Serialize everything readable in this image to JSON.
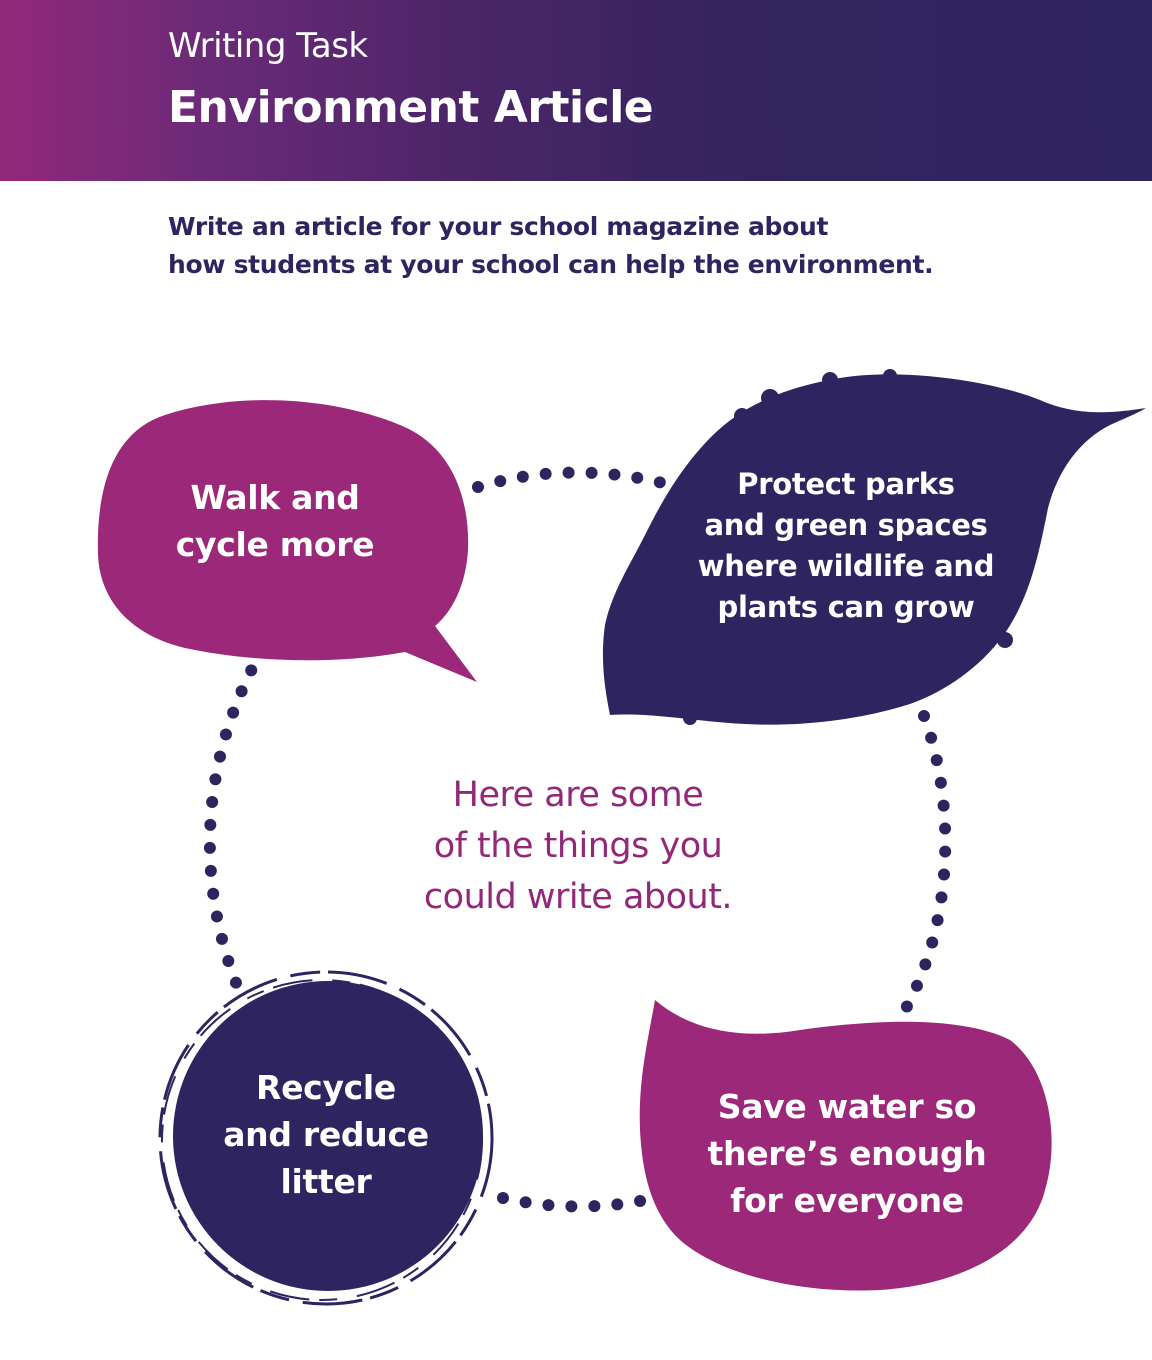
{
  "header": {
    "kicker": "Writing Task",
    "title": "Environment Article"
  },
  "intro": {
    "lines": [
      "Write an article for your school magazine about",
      "how students at your school can help the environment."
    ]
  },
  "center": {
    "lines": [
      "Here are some",
      "of the things you",
      "could write about."
    ]
  },
  "ideas": {
    "walk": {
      "lines": [
        "Walk and",
        "cycle more"
      ],
      "shape": "speech-bubble"
    },
    "parks": {
      "lines": [
        "Protect parks",
        "and green spaces",
        "where wildlife and",
        "plants can grow"
      ],
      "shape": "leaf"
    },
    "recycle": {
      "lines": [
        "Recycle",
        "and reduce",
        "litter"
      ],
      "shape": "circle"
    },
    "water": {
      "lines": [
        "Save water so",
        "there’s enough",
        "for everyone"
      ],
      "shape": "water-drop"
    }
  },
  "colors": {
    "magenta": "#9b2879",
    "navy": "#2e2460"
  }
}
